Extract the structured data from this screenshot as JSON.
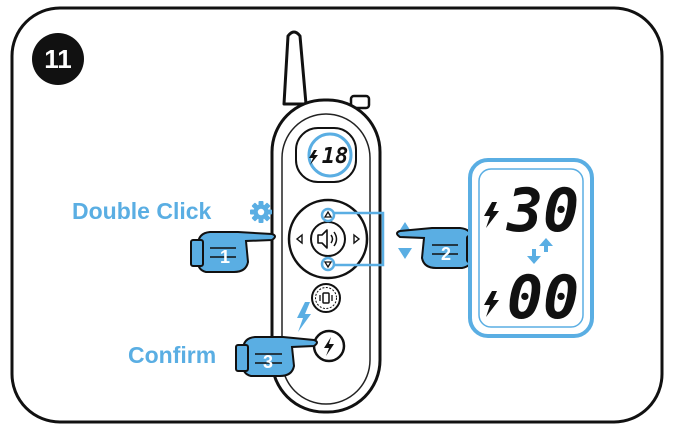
{
  "step": {
    "number": "11"
  },
  "labels": {
    "double_click": "Double Click",
    "confirm": "Confirm"
  },
  "device": {
    "small_display": "18"
  },
  "zoom_display": {
    "top_value": "30",
    "bottom_value": "00"
  },
  "hands": {
    "h1": "1",
    "h2": "2",
    "h3": "3"
  },
  "icons": {
    "gear": "gear-icon",
    "bolt": "lightning-icon",
    "speaker": "speaker-icon",
    "vibrate": "vibrate-icon",
    "swap": "swap-arrows-icon"
  },
  "colors": {
    "accent": "#5aaee3",
    "outline": "#111111"
  }
}
